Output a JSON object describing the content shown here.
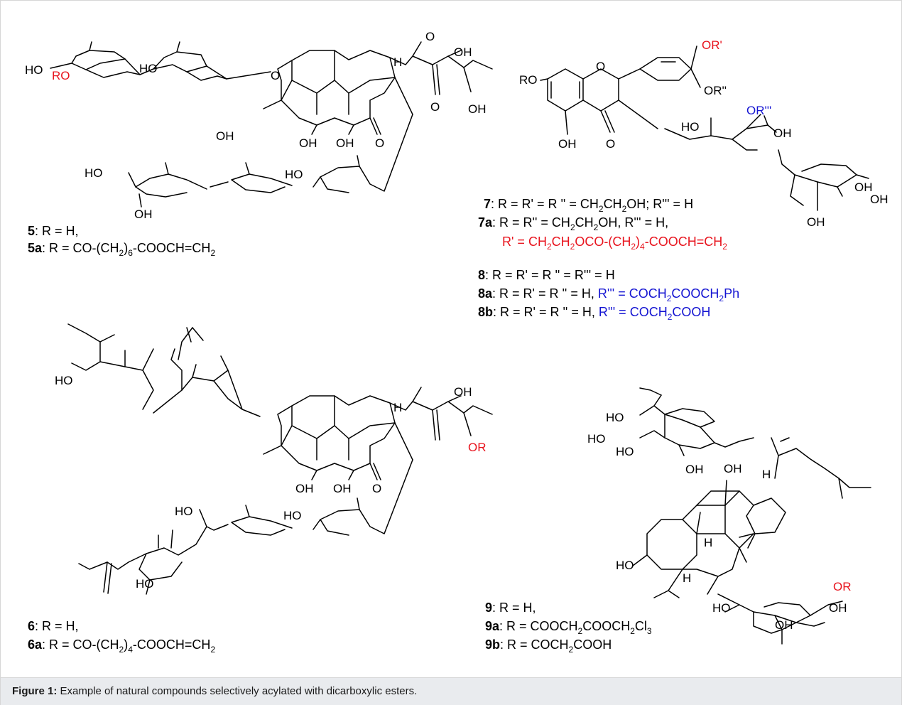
{
  "caption": {
    "label": "Figure 1:",
    "text": " Example of natural compounds selectively acylated with dicarboxylic esters."
  },
  "colors": {
    "ink": "#000000",
    "red": "#e8141e",
    "blue": "#1414d2"
  },
  "s5": {
    "HO": "HO",
    "RO": "RO",
    "HO2": "HO",
    "O": "O",
    "OMe": "O",
    "H": "H",
    "OH": "OH",
    "Oket": "O",
    "OHb": "OH",
    "OHp1": "OH",
    "OHp2": "OH",
    "Okt": "O",
    "OHs": "OH",
    "HOs1": "HO",
    "OHs2": "OH",
    "HOs3": "HO"
  },
  "s7": {
    "RO": "RO",
    "OR1": "OR'",
    "OR2": "OR''",
    "OR3": "OR'''",
    "O": "O",
    "OH": "OH",
    "Oket": "O",
    "HO": "HO",
    "OHg": "OH",
    "OHr1": "OH",
    "OHr2": "OH",
    "OHr3": "OH"
  },
  "s6": {
    "HO": "HO",
    "OH": "OH",
    "OR": "OR",
    "H": "H",
    "HO2": "HO",
    "HO3": "HO",
    "HO4": "HO",
    "OH1": "OH",
    "OH2": "OH",
    "Okt": "O"
  },
  "s9": {
    "HO1": "HO",
    "HO2": "HO",
    "HO3": "HO",
    "OH1": "OH",
    "OH12": "OH",
    "H1": "H",
    "H2": "H",
    "H3": "H",
    "HO4": "HO",
    "OR": "OR",
    "HO5": "HO",
    "OH2": "OH",
    "OH3": "OH"
  },
  "labels": {
    "c5": "5",
    "c5_rest": ": R = H,",
    "c5a": "5a",
    "c5a_a": ": R = CO-(CH",
    "c5a_b": "2",
    "c5a_c": ")",
    "c5a_d": "6",
    "c5a_e": "-COOCH=CH",
    "c5a_f": "2",
    "c7": "7",
    "c7_a": ": R = R' = R '' = CH",
    "c7_b": "2",
    "c7_c": "CH",
    "c7_d": "2",
    "c7_e": "OH; R''' = H",
    "c7a": "7a",
    "c7a_a": ": R = R'' = CH",
    "c7a_b": "2",
    "c7a_c": "CH",
    "c7a_d": "2",
    "c7a_e": "OH, R''' = H,",
    "r1_a": "R' = CH",
    "r1_b": "2",
    "r1_c": "CH",
    "r1_d": "2",
    "r1_e": "OCO-(CH",
    "r1_f": "2",
    "r1_g": ")",
    "r1_h": "4",
    "r1_i": "-COOCH=CH",
    "r1_j": "2",
    "c8": "8",
    "c8_rest": ": R = R' = R '' = R''' = H",
    "c8a": "8a",
    "c8a_rest": ": R = R' = R '' = H, ",
    "c8a_b1": "R''' = COCH",
    "c8a_b2": "2",
    "c8a_b3": "COOCH",
    "c8a_b4": "2",
    "c8a_b5": "Ph",
    "c8b": "8b",
    "c8b_rest": ": R = R' = R '' = H, ",
    "c8b_b1": "R''' = COCH",
    "c8b_b2": "2",
    "c8b_b3": "COOH",
    "c6": "6",
    "c6_rest": ": R = H,",
    "c6a": "6a",
    "c6a_a": ": R = CO-(CH",
    "c6a_b": "2",
    "c6a_c": ")",
    "c6a_d": "4",
    "c6a_e": "-COOCH=CH",
    "c6a_f": "2",
    "c9": "9",
    "c9_rest": ": R = H,",
    "c9a": "9a",
    "c9a_a": ": R = COOCH",
    "c9a_b": "2",
    "c9a_c": "COOCH",
    "c9a_d": "2",
    "c9a_e": "Cl",
    "c9a_f": "3",
    "c9b": "9b",
    "c9b_a": ": R = COCH",
    "c9b_b": "2",
    "c9b_c": "COOH"
  }
}
